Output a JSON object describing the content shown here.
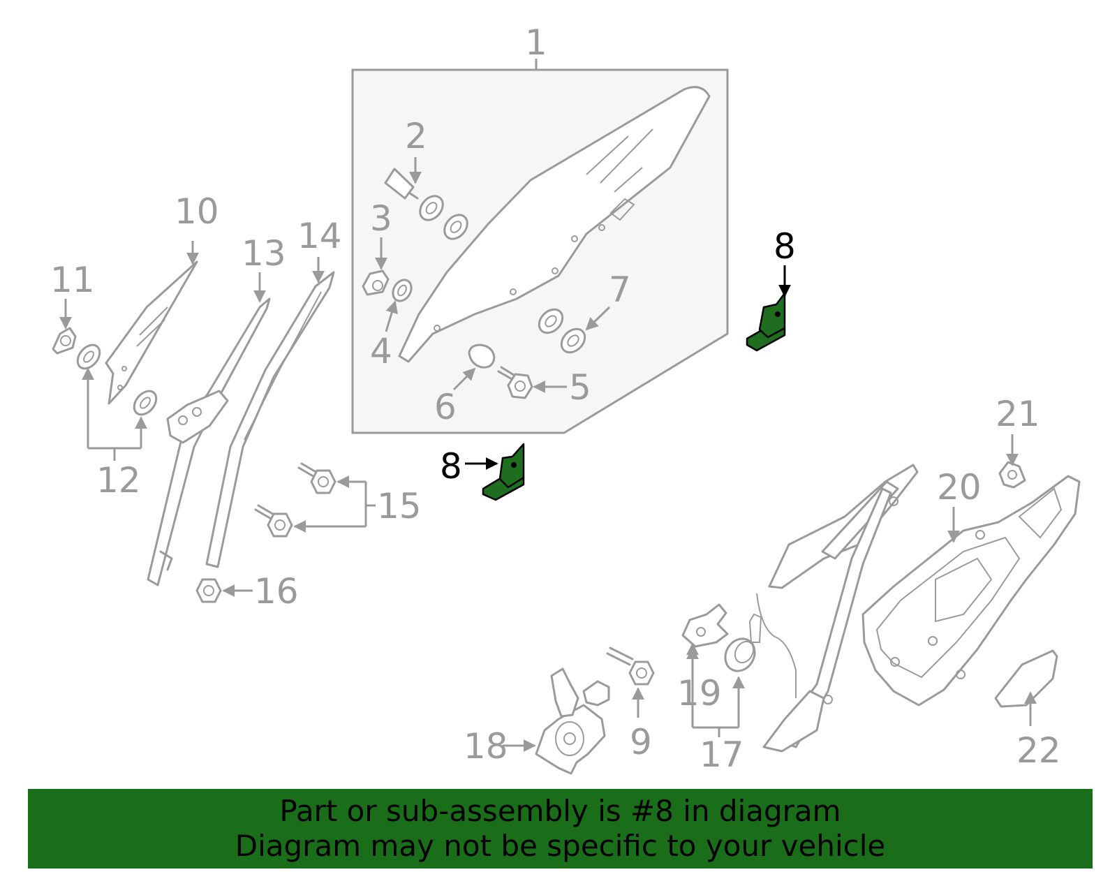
{
  "diagram": {
    "callouts": {
      "c1": "1",
      "c2": "2",
      "c3": "3",
      "c4": "4",
      "c5": "5",
      "c6": "6",
      "c7": "7",
      "c8a": "8",
      "c8b": "8",
      "c9": "9",
      "c10": "10",
      "c11": "11",
      "c12": "12",
      "c13": "13",
      "c14": "14",
      "c15": "15",
      "c16": "16",
      "c17": "17",
      "c18": "18",
      "c19": "19",
      "c20": "20",
      "c21": "21",
      "c22": "22"
    },
    "highlight_color": "#1f6e1f",
    "part_color": "#9a9a9a"
  },
  "banner": {
    "line1": "Part or sub-assembly is #8 in diagram",
    "line2": "Diagram may not be specific to your vehicle",
    "background": "#1a6e1a"
  }
}
